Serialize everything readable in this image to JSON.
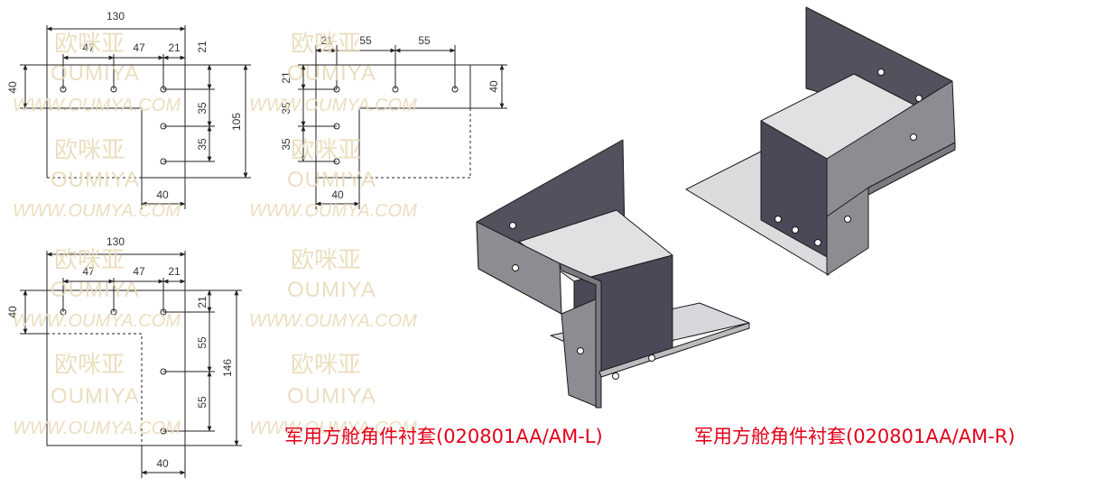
{
  "watermark": {
    "cn": "欧咪亚",
    "en": "OUMIYA",
    "url": "WWW.OUMYA.COM"
  },
  "drawing_top_left": {
    "dims": {
      "total_width": "130",
      "seg1": "47",
      "seg2": "47",
      "seg3": "21",
      "top_offset": "21",
      "left_height": "40",
      "hole_gap1": "35",
      "hole_gap2": "35",
      "right_height": "105",
      "bottom_width": "40"
    }
  },
  "drawing_top_right": {
    "dims": {
      "seg1": "21",
      "seg2": "55",
      "seg3": "55",
      "right_height": "40",
      "top_offset": "21",
      "hole_gap1": "35",
      "hole_gap2": "35",
      "bottom_width": "40"
    }
  },
  "drawing_bottom_left": {
    "dims": {
      "total_width": "130",
      "seg1": "47",
      "seg2": "47",
      "seg3": "21",
      "left_height": "40",
      "top_offset": "21",
      "hole_gap1": "55",
      "hole_gap2": "55",
      "right_height": "146",
      "bottom_width": "40"
    }
  },
  "captions": {
    "left": "军用方舱角件衬套(020801AA/AM-L)",
    "right": "军用方舱角件衬套(020801AA/AM-R)"
  },
  "colors": {
    "caption": "#e2001a",
    "watermark": "#e9d9b5",
    "plate_outer": "#8c8c92",
    "plate_inner": "#54505e",
    "block_top": "#dcdcdc"
  }
}
